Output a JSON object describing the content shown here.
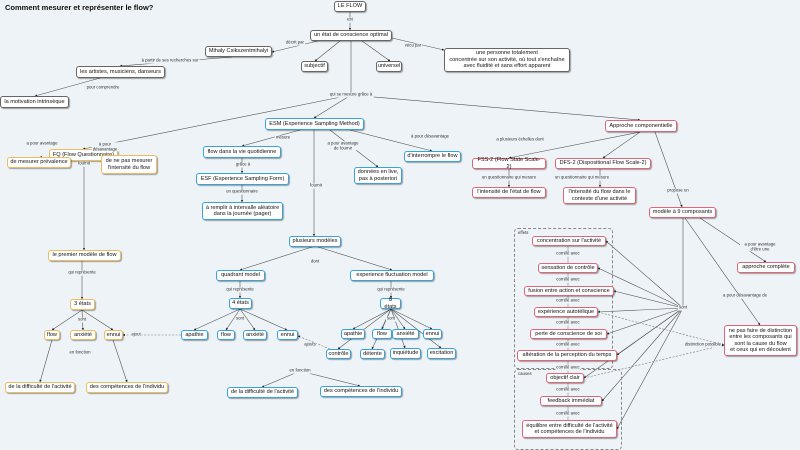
{
  "title": "Comment mesurer et représenter le flow?",
  "nodes": {
    "le_flow": "LE FLOW",
    "etat": "un état de conscience optimal",
    "mihaly": "Mihaly Csikszentmihalyi",
    "artistes": "les artistes, musiciens, danseurs",
    "motivation": "la motivation intrinsèque",
    "subjectif": "subjectif",
    "universel": "universel",
    "personne": "une personne totalement\nconcentrée sur son activité, où tout s'enchaîne\navec fluidité et sans effort apparent",
    "fq": "FQ (Flow Questionnaire)",
    "esm": "ESM (Experience Sampling Method)",
    "approche": "Approche componentielle",
    "prevalence": "de mesurer prévalence",
    "intensite_fq": "de ne pas mesurer\nl'intensité du flow",
    "vie_quot": "flow dans la vie quotidienne",
    "esf": "ESF (Experience Sampling Form)",
    "remplir": "à remplir à intervalle aléatoire\ndans la journée (pager)",
    "donnees": "données en live,\npas à posteriori",
    "interrompre": "d'interrompre le flow",
    "plusieurs": "plusieurs modèles",
    "quadrant": "quadrant model",
    "fluctuation": "experience fluctuation model",
    "quatre": "4 états",
    "huit": "8 états",
    "premier": "le premier modèle de flow",
    "trois": "3 états",
    "l_flow": "flow",
    "l_anxiete": "anxiété",
    "l_ennui": "ennui",
    "l_diff": "de la difficulté de l'activité",
    "l_comp": "des compétences de l'individu",
    "q_apathie": "apathie",
    "q_flow": "flow",
    "q_anxiete": "anxiété",
    "q_ennui": "ennui",
    "h_apathie": "apathie",
    "h_flow": "flow",
    "h_anxiete": "anxiété",
    "h_ennui": "ennui",
    "h_controle": "contrôle",
    "h_detente": "détente",
    "h_inquietude": "inquiétude",
    "h_excitation": "excitation",
    "m_diff": "de la difficulté de l'activité",
    "m_comp": "des compétences de l'individu",
    "fss": "FSS-2 (Flow State Scale-2)",
    "dfs": "DFS-2 (Dispositional Flow Scale-2)",
    "int_etat": "l'intensité de l'état de flow",
    "int_contexte": "l'intensité du flow dans le\ncontexte d'une activité",
    "modele9": "modèle à 9 composants",
    "complete": "approche complète",
    "distinction": "ne pas faire de distinction\nentre les composants qui\nsont la cause du flow\net ceux qui en découlent",
    "c1": "concentration sur l'activité",
    "c2": "sensation de contrôle",
    "c3": "fusion entre action et conscience",
    "c4": "expérience autotélique",
    "c5": "perte de conscience de soi",
    "c6": "altération de la perception du temps",
    "c7": "objectif clair",
    "c8": "feedback immédiat",
    "c9": "équilibre entre difficulté de l'activité\net compétences de l'individu"
  },
  "groups": {
    "effets": "effets",
    "causes": "causes"
  },
  "links": {
    "est": "est",
    "decrit": "décrit par",
    "partir": "à partir de ses recherches sur",
    "comprendre": "pour comprendre",
    "vecu": "vécu par",
    "mesure_grace": "qui se mesure grâce à",
    "fq_av": "a pour avantage",
    "fq_desav": "à pour\ndésavantage",
    "fq_fournit": "fournit",
    "esm_mesure": "mesure",
    "grace": "grâce à",
    "questionnaire": "un questionnaire",
    "esm_av": "a pour avantage\nde fournir",
    "esm_desav": "à pour désavantage",
    "esm_fournit": "fournit",
    "dont": "dont",
    "qr1": "qui représente",
    "qr2": "qui représente",
    "qr3": "qui représente",
    "sont1": "sont",
    "sont2": "sont",
    "sont3": "sont",
    "ajout": "ajout",
    "ajouts": "ajouts",
    "fonction1": "en fonction",
    "fonction2": "en fonction",
    "echelles": "a plusieurs échelles dont",
    "qm1": "un questionnaire qui mesure",
    "qm2": "un questionnaire qui mesure",
    "propose": "propose un",
    "av_complete": "a pour avantage d'être une",
    "desav_de": "a pour désavantage de",
    "sont_hub": "sont",
    "distinction_possible": "distinction possible",
    "corr1": "corrélé avec",
    "corr2": "corrélé avec",
    "corr3": "corrélé avec",
    "corr4": "corrélé avec",
    "corr5": "corrélé avec",
    "corr6": "corrélé avec",
    "corr7": "corrélé avec",
    "corr8": "corrélé avec"
  },
  "colors": {
    "fq": "#eebc5c",
    "esm": "#37a3dc",
    "componential": "#e06677",
    "background": "#edf3f6"
  }
}
